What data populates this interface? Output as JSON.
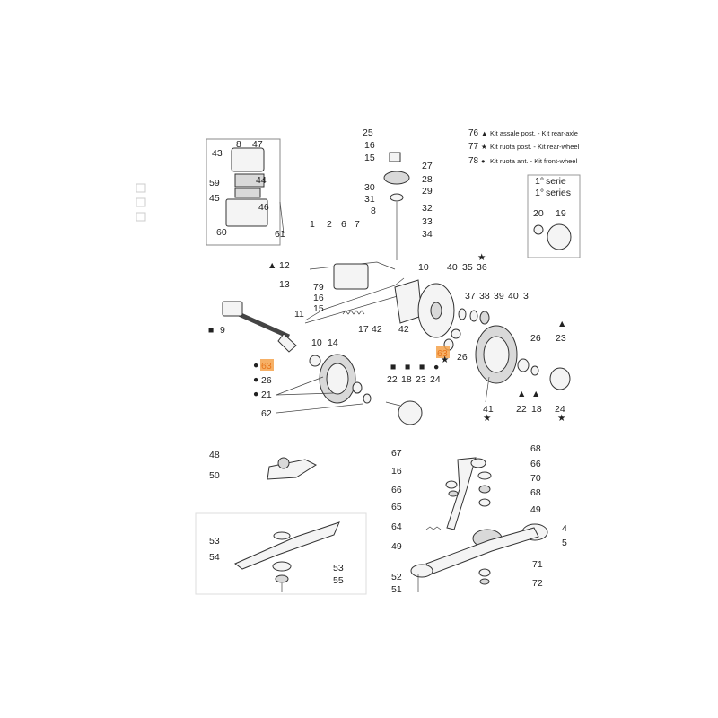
{
  "legend": [
    {
      "num": "76",
      "symbol": "▲",
      "text": "Kit assale post. - Kit rear-axle"
    },
    {
      "num": "77",
      "symbol": "★",
      "text": "Kit ruota post. - Kit rear-wheel"
    },
    {
      "num": "78",
      "symbol": "●",
      "text": "Kit ruota ant. - Kit front-wheel"
    }
  ],
  "series_box": {
    "line1": "serie",
    "line2": "series",
    "parts": [
      "20",
      "19"
    ]
  },
  "carb_inset_labels": [
    "43",
    "8",
    "47",
    "59",
    "44",
    "45",
    "46",
    "60",
    "61"
  ],
  "labels": {
    "l25": "25",
    "l16a": "16",
    "l15a": "15",
    "l27": "27",
    "l30": "30",
    "l28": "28",
    "l31": "31",
    "l29": "29",
    "l8": "8",
    "l32": "32",
    "l33": "33",
    "l34": "34",
    "l1": "1",
    "l2": "2",
    "l6": "6",
    "l7": "7",
    "l12": "12",
    "l13": "13",
    "l79": "79",
    "l16b": "16",
    "l15b": "15",
    "l11": "11",
    "l9": "9",
    "l10a": "10",
    "l14": "14",
    "l17": "17",
    "l42a": "42",
    "l42b": "42",
    "l10b": "10",
    "l40a": "40",
    "l35": "35",
    "l36": "36",
    "l37": "37",
    "l38": "38",
    "l39": "39",
    "l40b": "40",
    "l3": "3",
    "l63a": "63",
    "l63b": "63",
    "l26a": "26",
    "l21": "21",
    "l62": "62",
    "l22a": "22",
    "l18a": "18",
    "l23a": "23",
    "l24a": "24",
    "l26b": "26",
    "l26c": "26",
    "l41": "41",
    "l23b": "23",
    "l22b": "22",
    "l18b": "18",
    "l24b": "24",
    "l48": "48",
    "l50": "50",
    "l53a": "53",
    "l54": "54",
    "l53b": "53",
    "l55": "55",
    "l67": "67",
    "l16c": "16",
    "l66a": "66",
    "l65": "65",
    "l64": "64",
    "l49a": "49",
    "l52": "52",
    "l51": "51",
    "l68a": "68",
    "l66b": "66",
    "l70": "70",
    "l68b": "68",
    "l49b": "49",
    "l4": "4",
    "l5": "5",
    "l71": "71",
    "l72": "72"
  }
}
